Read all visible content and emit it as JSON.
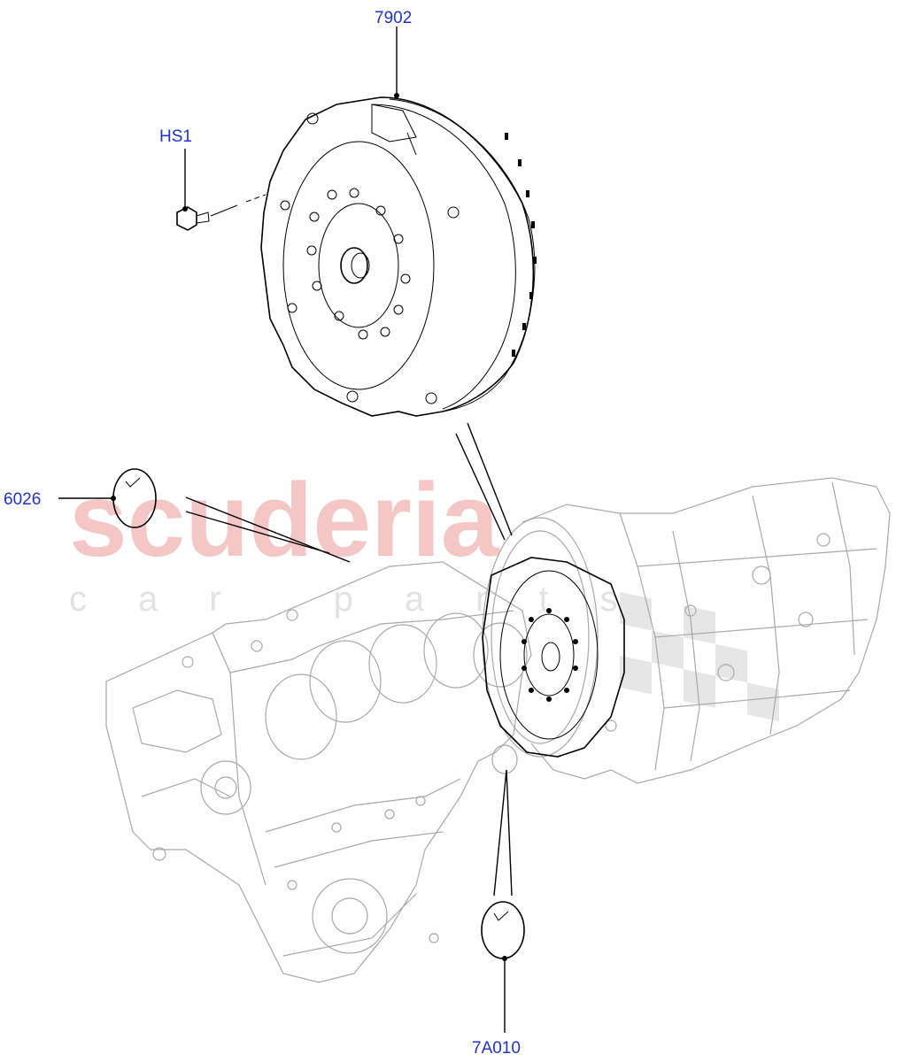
{
  "diagram": {
    "callouts": {
      "torque_converter": "7902",
      "bolt": "HS1",
      "plug_left": "6026",
      "plug_bottom": "7A010"
    },
    "watermark": {
      "brand": "scuderia",
      "sub": "car parts"
    },
    "colors": {
      "callout_text": "#2233cc",
      "watermark": "#f4c6c6",
      "ghost_lines": "#a8a8a8"
    }
  }
}
